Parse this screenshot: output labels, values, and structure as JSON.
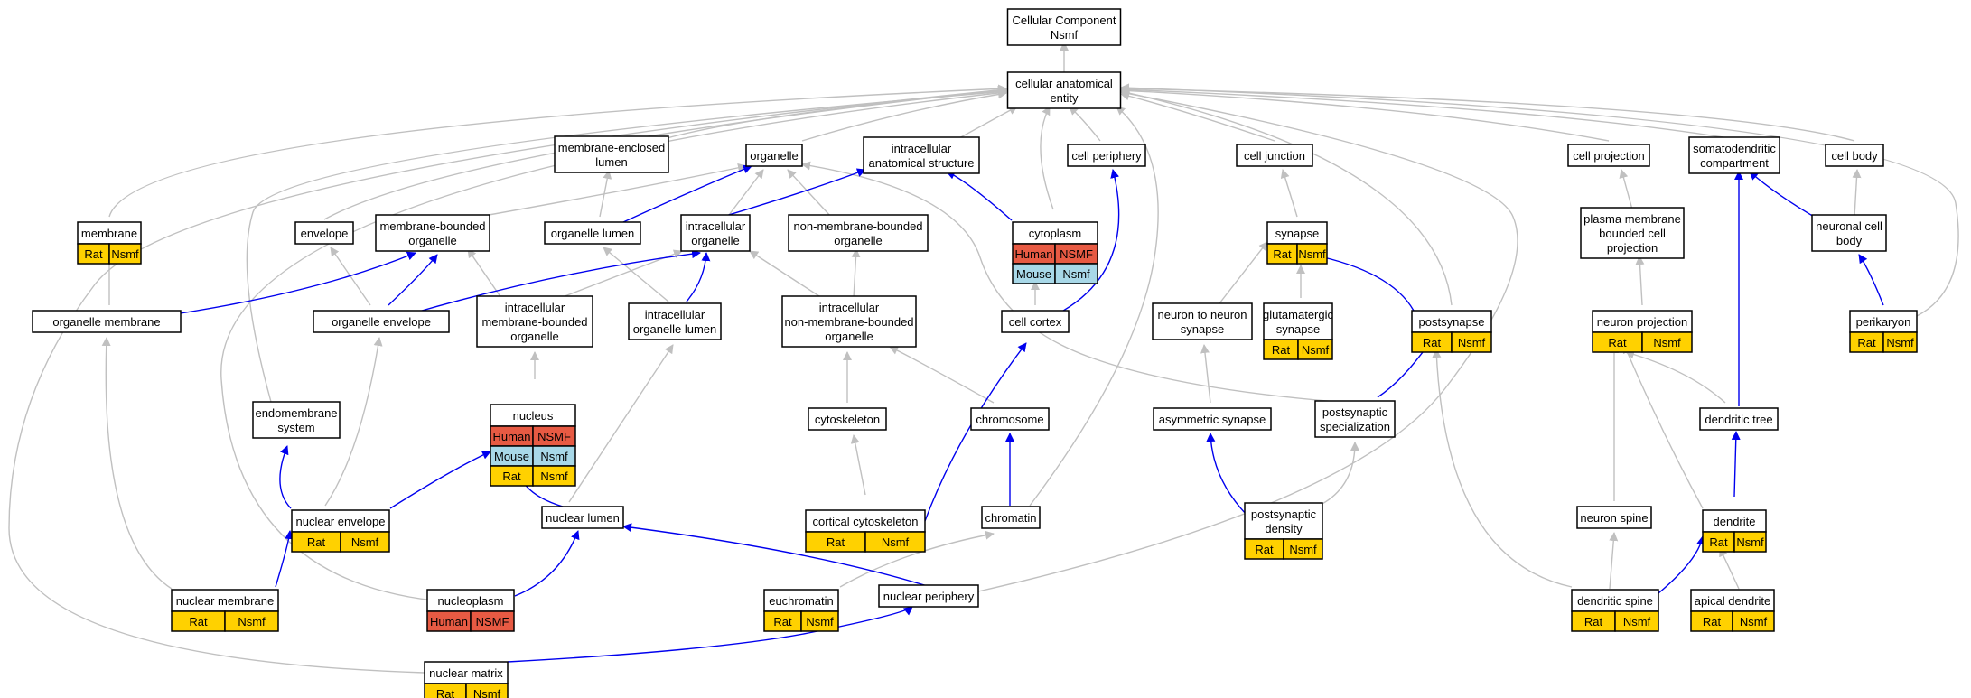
{
  "colors": {
    "isa_edge": "#c0c0c0",
    "partof_edge": "#0000ee",
    "Human": "#e75a43",
    "Mouse": "#a8d8e8",
    "Rat": "#ffd100"
  },
  "nodes": [
    {
      "id": "root",
      "lines": [
        "Cellular Component",
        "Nsmf"
      ],
      "annotations": []
    },
    {
      "id": "cae",
      "lines": [
        "cellular anatomical",
        "entity"
      ],
      "annotations": []
    },
    {
      "id": "mel",
      "lines": [
        "membrane-enclosed",
        "lumen"
      ],
      "annotations": []
    },
    {
      "id": "organelle",
      "lines": [
        "organelle"
      ],
      "annotations": []
    },
    {
      "id": "ias",
      "lines": [
        "intracellular",
        "anatomical structure"
      ],
      "annotations": []
    },
    {
      "id": "cellperiphery",
      "lines": [
        "cell periphery"
      ],
      "annotations": []
    },
    {
      "id": "celljunction",
      "lines": [
        "cell junction"
      ],
      "annotations": []
    },
    {
      "id": "cellprojection",
      "lines": [
        "cell projection"
      ],
      "annotations": []
    },
    {
      "id": "sdc",
      "lines": [
        "somatodendritic",
        "compartment"
      ],
      "annotations": []
    },
    {
      "id": "cellbody",
      "lines": [
        "cell body"
      ],
      "annotations": []
    },
    {
      "id": "membrane",
      "lines": [
        "membrane"
      ],
      "annotations": [
        [
          {
            "s": "Rat",
            "l": "Rat"
          },
          {
            "s": "Rat",
            "l": "Nsmf"
          }
        ]
      ]
    },
    {
      "id": "envelope",
      "lines": [
        "envelope"
      ],
      "annotations": []
    },
    {
      "id": "mbo",
      "lines": [
        "membrane-bounded",
        "organelle"
      ],
      "annotations": []
    },
    {
      "id": "orglumen",
      "lines": [
        "organelle lumen"
      ],
      "annotations": []
    },
    {
      "id": "intorg",
      "lines": [
        "intracellular",
        "organelle"
      ],
      "annotations": []
    },
    {
      "id": "nmbo",
      "lines": [
        "non-membrane-bounded",
        "organelle"
      ],
      "annotations": []
    },
    {
      "id": "cytoplasm",
      "lines": [
        "cytoplasm"
      ],
      "annotations": [
        [
          {
            "s": "Human",
            "l": "Human"
          },
          {
            "s": "Human",
            "l": "NSMF"
          }
        ],
        [
          {
            "s": "Mouse",
            "l": "Mouse"
          },
          {
            "s": "Mouse",
            "l": "Nsmf"
          }
        ]
      ]
    },
    {
      "id": "synapse",
      "lines": [
        "synapse"
      ],
      "annotations": [
        [
          {
            "s": "Rat",
            "l": "Rat"
          },
          {
            "s": "Rat",
            "l": "Nsmf"
          }
        ]
      ]
    },
    {
      "id": "pmbcp",
      "lines": [
        "plasma membrane",
        "bounded cell",
        "projection"
      ],
      "annotations": []
    },
    {
      "id": "ncb",
      "lines": [
        "neuronal cell",
        "body"
      ],
      "annotations": []
    },
    {
      "id": "orgmem",
      "lines": [
        "organelle membrane"
      ],
      "annotations": []
    },
    {
      "id": "orgenv",
      "lines": [
        "organelle envelope"
      ],
      "annotations": []
    },
    {
      "id": "imbo",
      "lines": [
        "intracellular",
        "membrane-bounded",
        "organelle"
      ],
      "annotations": []
    },
    {
      "id": "iol",
      "lines": [
        "intracellular",
        "organelle lumen"
      ],
      "annotations": []
    },
    {
      "id": "inmbo",
      "lines": [
        "intracellular",
        "non-membrane-bounded",
        "organelle"
      ],
      "annotations": []
    },
    {
      "id": "cellcortex",
      "lines": [
        "cell cortex"
      ],
      "annotations": []
    },
    {
      "id": "n2n",
      "lines": [
        "neuron to neuron",
        "synapse"
      ],
      "annotations": []
    },
    {
      "id": "glut",
      "lines": [
        "glutamatergic",
        "synapse"
      ],
      "annotations": [
        [
          {
            "s": "Rat",
            "l": "Rat"
          },
          {
            "s": "Rat",
            "l": "Nsmf"
          }
        ]
      ]
    },
    {
      "id": "postsyn",
      "lines": [
        "postsynapse"
      ],
      "annotations": [
        [
          {
            "s": "Rat",
            "l": "Rat"
          },
          {
            "s": "Rat",
            "l": "Nsmf"
          }
        ]
      ]
    },
    {
      "id": "neuronproj",
      "lines": [
        "neuron projection"
      ],
      "annotations": [
        [
          {
            "s": "Rat",
            "l": "Rat"
          },
          {
            "s": "Rat",
            "l": "Nsmf"
          }
        ]
      ]
    },
    {
      "id": "perikaryon",
      "lines": [
        "perikaryon"
      ],
      "annotations": [
        [
          {
            "s": "Rat",
            "l": "Rat"
          },
          {
            "s": "Rat",
            "l": "Nsmf"
          }
        ]
      ]
    },
    {
      "id": "nucleus",
      "lines": [
        "nucleus"
      ],
      "annotations": [
        [
          {
            "s": "Human",
            "l": "Human"
          },
          {
            "s": "Human",
            "l": "NSMF"
          }
        ],
        [
          {
            "s": "Mouse",
            "l": "Mouse"
          },
          {
            "s": "Mouse",
            "l": "Nsmf"
          }
        ],
        [
          {
            "s": "Rat",
            "l": "Rat"
          },
          {
            "s": "Rat",
            "l": "Nsmf"
          }
        ]
      ]
    },
    {
      "id": "endo",
      "lines": [
        "endomembrane",
        "system"
      ],
      "annotations": []
    },
    {
      "id": "cytoskeleton",
      "lines": [
        "cytoskeleton"
      ],
      "annotations": []
    },
    {
      "id": "chromosome",
      "lines": [
        "chromosome"
      ],
      "annotations": []
    },
    {
      "id": "asymsyn",
      "lines": [
        "asymmetric synapse"
      ],
      "annotations": []
    },
    {
      "id": "pss",
      "lines": [
        "postsynaptic",
        "specialization"
      ],
      "annotations": []
    },
    {
      "id": "dtree",
      "lines": [
        "dendritic tree"
      ],
      "annotations": []
    },
    {
      "id": "nucenv",
      "lines": [
        "nuclear envelope"
      ],
      "annotations": [
        [
          {
            "s": "Rat",
            "l": "Rat"
          },
          {
            "s": "Rat",
            "l": "Nsmf"
          }
        ]
      ]
    },
    {
      "id": "nuclumen",
      "lines": [
        "nuclear lumen"
      ],
      "annotations": []
    },
    {
      "id": "corticalcsk",
      "lines": [
        "cortical cytoskeleton"
      ],
      "annotations": [
        [
          {
            "s": "Rat",
            "l": "Rat"
          },
          {
            "s": "Rat",
            "l": "Nsmf"
          }
        ]
      ]
    },
    {
      "id": "chromatin",
      "lines": [
        "chromatin"
      ],
      "annotations": []
    },
    {
      "id": "psd",
      "lines": [
        "postsynaptic",
        "density"
      ],
      "annotations": [
        [
          {
            "s": "Rat",
            "l": "Rat"
          },
          {
            "s": "Rat",
            "l": "Nsmf"
          }
        ]
      ]
    },
    {
      "id": "neuronspine",
      "lines": [
        "neuron spine"
      ],
      "annotations": []
    },
    {
      "id": "dendrite",
      "lines": [
        "dendrite"
      ],
      "annotations": [
        [
          {
            "s": "Rat",
            "l": "Rat"
          },
          {
            "s": "Rat",
            "l": "Nsmf"
          }
        ]
      ]
    },
    {
      "id": "nucmem",
      "lines": [
        "nuclear membrane"
      ],
      "annotations": [
        [
          {
            "s": "Rat",
            "l": "Rat"
          },
          {
            "s": "Rat",
            "l": "Nsmf"
          }
        ]
      ]
    },
    {
      "id": "nucleoplasm",
      "lines": [
        "nucleoplasm"
      ],
      "annotations": [
        [
          {
            "s": "Human",
            "l": "Human"
          },
          {
            "s": "Human",
            "l": "NSMF"
          }
        ]
      ]
    },
    {
      "id": "euchromatin",
      "lines": [
        "euchromatin"
      ],
      "annotations": [
        [
          {
            "s": "Rat",
            "l": "Rat"
          },
          {
            "s": "Rat",
            "l": "Nsmf"
          }
        ]
      ]
    },
    {
      "id": "nucperiph",
      "lines": [
        "nuclear periphery"
      ],
      "annotations": []
    },
    {
      "id": "dspine",
      "lines": [
        "dendritic spine"
      ],
      "annotations": [
        [
          {
            "s": "Rat",
            "l": "Rat"
          },
          {
            "s": "Rat",
            "l": "Nsmf"
          }
        ]
      ]
    },
    {
      "id": "apical",
      "lines": [
        "apical dendrite"
      ],
      "annotations": [
        [
          {
            "s": "Rat",
            "l": "Rat"
          },
          {
            "s": "Rat",
            "l": "Nsmf"
          }
        ]
      ]
    },
    {
      "id": "nucmatrix",
      "lines": [
        "nuclear matrix"
      ],
      "annotations": [
        [
          {
            "s": "Rat",
            "l": "Rat"
          },
          {
            "s": "Rat",
            "l": "Nsmf"
          }
        ]
      ]
    }
  ],
  "edges": [
    {
      "from": "cae",
      "to": "root",
      "type": "isa"
    },
    {
      "from": "mel",
      "to": "cae",
      "type": "isa"
    },
    {
      "from": "organelle",
      "to": "cae",
      "type": "isa"
    },
    {
      "from": "ias",
      "to": "cae",
      "type": "isa"
    },
    {
      "from": "cellperiphery",
      "to": "cae",
      "type": "isa"
    },
    {
      "from": "celljunction",
      "to": "cae",
      "type": "isa"
    },
    {
      "from": "cellprojection",
      "to": "cae",
      "type": "isa"
    },
    {
      "from": "sdc",
      "to": "cae",
      "type": "isa"
    },
    {
      "from": "cellbody",
      "to": "cae",
      "type": "isa"
    },
    {
      "from": "membrane",
      "to": "cae",
      "type": "isa"
    },
    {
      "from": "envelope",
      "to": "cae",
      "type": "isa"
    },
    {
      "from": "endo",
      "to": "cae",
      "type": "isa"
    },
    {
      "from": "nucleoplasm",
      "to": "cae",
      "type": "isa"
    },
    {
      "from": "nucmatrix",
      "to": "cae",
      "type": "isa"
    },
    {
      "from": "cytoplasm",
      "to": "cae",
      "type": "isa"
    },
    {
      "from": "chromatin",
      "to": "cae",
      "type": "isa"
    },
    {
      "from": "postsyn",
      "to": "cae",
      "type": "isa"
    },
    {
      "from": "nucperiph",
      "to": "cae",
      "type": "isa"
    },
    {
      "from": "perikaryon",
      "to": "cae",
      "type": "isa"
    },
    {
      "from": "synapse",
      "to": "celljunction",
      "type": "isa"
    },
    {
      "from": "pmbcp",
      "to": "cellprojection",
      "type": "isa"
    },
    {
      "from": "ncb",
      "to": "cellbody",
      "type": "isa"
    },
    {
      "from": "neuronproj",
      "to": "pmbcp",
      "type": "isa"
    },
    {
      "from": "mbo",
      "to": "organelle",
      "type": "isa"
    },
    {
      "from": "intorg",
      "to": "organelle",
      "type": "isa"
    },
    {
      "from": "nmbo",
      "to": "organelle",
      "type": "isa"
    },
    {
      "from": "pss",
      "to": "organelle",
      "type": "isa"
    },
    {
      "from": "orglumen",
      "to": "mel",
      "type": "isa"
    },
    {
      "from": "orgmem",
      "to": "membrane",
      "type": "isa"
    },
    {
      "from": "orgenv",
      "to": "envelope",
      "type": "isa"
    },
    {
      "from": "imbo",
      "to": "mbo",
      "type": "isa"
    },
    {
      "from": "imbo",
      "to": "intorg",
      "type": "isa"
    },
    {
      "from": "iol",
      "to": "orglumen",
      "type": "isa"
    },
    {
      "from": "inmbo",
      "to": "intorg",
      "type": "isa"
    },
    {
      "from": "inmbo",
      "to": "nmbo",
      "type": "isa"
    },
    {
      "from": "cellcortex",
      "to": "cytoplasm",
      "type": "isa"
    },
    {
      "from": "n2n",
      "to": "synapse",
      "type": "isa"
    },
    {
      "from": "glut",
      "to": "synapse",
      "type": "isa"
    },
    {
      "from": "nucleus",
      "to": "imbo",
      "type": "isa"
    },
    {
      "from": "cytoskeleton",
      "to": "inmbo",
      "type": "isa"
    },
    {
      "from": "chromosome",
      "to": "inmbo",
      "type": "isa"
    },
    {
      "from": "asymsyn",
      "to": "n2n",
      "type": "isa"
    },
    {
      "from": "psd",
      "to": "pss",
      "type": "isa"
    },
    {
      "from": "nucenv",
      "to": "orgenv",
      "type": "isa"
    },
    {
      "from": "nuclumen",
      "to": "iol",
      "type": "isa"
    },
    {
      "from": "corticalcsk",
      "to": "cytoskeleton",
      "type": "isa"
    },
    {
      "from": "nucmem",
      "to": "orgmem",
      "type": "isa"
    },
    {
      "from": "euchromatin",
      "to": "chromatin",
      "type": "isa"
    },
    {
      "from": "neuronspine",
      "to": "neuronproj",
      "type": "isa"
    },
    {
      "from": "dendrite",
      "to": "neuronproj",
      "type": "isa"
    },
    {
      "from": "dtree",
      "to": "neuronproj",
      "type": "isa"
    },
    {
      "from": "dspine",
      "to": "postsyn",
      "type": "isa"
    },
    {
      "from": "dspine",
      "to": "neuronspine",
      "type": "isa"
    },
    {
      "from": "apical",
      "to": "dendrite",
      "type": "isa"
    },
    {
      "from": "orglumen",
      "to": "organelle",
      "type": "partof"
    },
    {
      "from": "intorg",
      "to": "ias",
      "type": "partof"
    },
    {
      "from": "cytoplasm",
      "to": "ias",
      "type": "partof"
    },
    {
      "from": "orgmem",
      "to": "mbo",
      "type": "partof"
    },
    {
      "from": "orgenv",
      "to": "mbo",
      "type": "partof"
    },
    {
      "from": "orgenv",
      "to": "intorg",
      "type": "partof"
    },
    {
      "from": "iol",
      "to": "intorg",
      "type": "partof"
    },
    {
      "from": "cellcortex",
      "to": "cellperiphery",
      "type": "partof"
    },
    {
      "from": "postsyn",
      "to": "synapse",
      "type": "partof"
    },
    {
      "from": "pss",
      "to": "postsyn",
      "type": "partof"
    },
    {
      "from": "ncb",
      "to": "sdc",
      "type": "partof"
    },
    {
      "from": "dtree",
      "to": "sdc",
      "type": "partof"
    },
    {
      "from": "perikaryon",
      "to": "ncb",
      "type": "partof"
    },
    {
      "from": "nucenv",
      "to": "endo",
      "type": "partof"
    },
    {
      "from": "nucenv",
      "to": "nucleus",
      "type": "partof"
    },
    {
      "from": "nuclumen",
      "to": "nucleus",
      "type": "partof"
    },
    {
      "from": "corticalcsk",
      "to": "cellcortex",
      "type": "partof"
    },
    {
      "from": "chromatin",
      "to": "chromosome",
      "type": "partof"
    },
    {
      "from": "psd",
      "to": "asymsyn",
      "type": "partof"
    },
    {
      "from": "dendrite",
      "to": "dtree",
      "type": "partof"
    },
    {
      "from": "nucmem",
      "to": "nucenv",
      "type": "partof"
    },
    {
      "from": "nucleoplasm",
      "to": "nuclumen",
      "type": "partof"
    },
    {
      "from": "nucperiph",
      "to": "nuclumen",
      "type": "partof"
    },
    {
      "from": "dspine",
      "to": "dendrite",
      "type": "partof"
    },
    {
      "from": "nucmatrix",
      "to": "nucperiph",
      "type": "partof"
    }
  ]
}
